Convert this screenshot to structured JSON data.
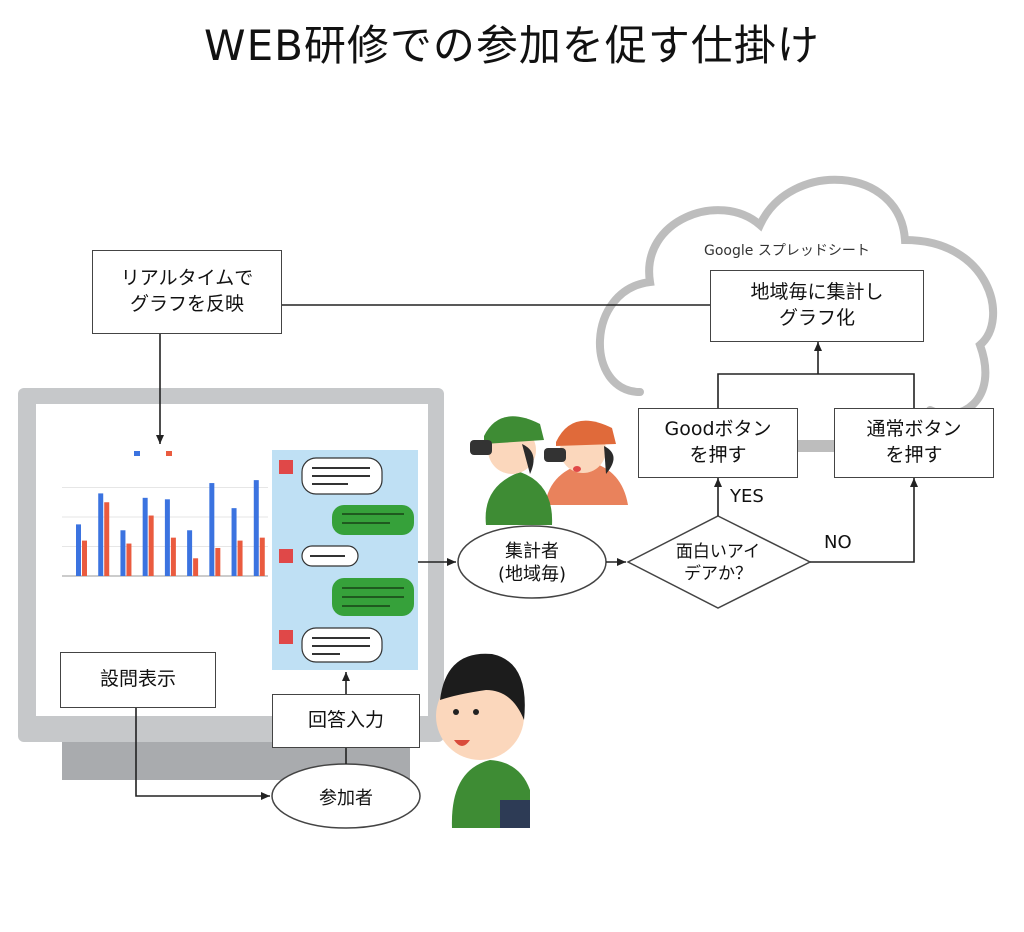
{
  "title": "WEB研修での参加を促す仕掛け",
  "nodes": {
    "realtime_graph": "リアルタイムで\nグラフを反映",
    "spreadsheet_label": "Google スプレッドシート",
    "aggregate_graph": "地域毎に集計し\nグラフ化",
    "good_button": "Goodボタン\nを押す",
    "normal_button": "通常ボタン\nを押す",
    "decision": [
      "面白いアイ",
      "デアか？"
    ],
    "aggregator": "集計者\n(地域毎)",
    "question_display": "設問表示",
    "answer_input": "回答入力",
    "participant": "参加者"
  },
  "edge_labels": {
    "yes": "YES",
    "no": "NO"
  },
  "chart_data": {
    "type": "bar",
    "categories": [
      "",
      "",
      "",
      "",
      "",
      "",
      "",
      "",
      ""
    ],
    "series": [
      {
        "name": "",
        "color": "#3b73e0",
        "values": [
          3.5,
          5.6,
          3.1,
          5.3,
          5.2,
          3.1,
          6.3,
          4.6,
          6.5
        ]
      },
      {
        "name": "",
        "color": "#ea5b3f",
        "values": [
          2.4,
          5.0,
          2.2,
          4.1,
          2.6,
          1.2,
          1.9,
          2.4,
          2.6
        ]
      }
    ],
    "ylim": [
      0,
      8
    ]
  },
  "colors": {
    "cloud": "#bdbdbd",
    "monitor": "#c6c8ca",
    "chat_bg": "#bfe0f4",
    "bubble_green": "#36a13a"
  }
}
